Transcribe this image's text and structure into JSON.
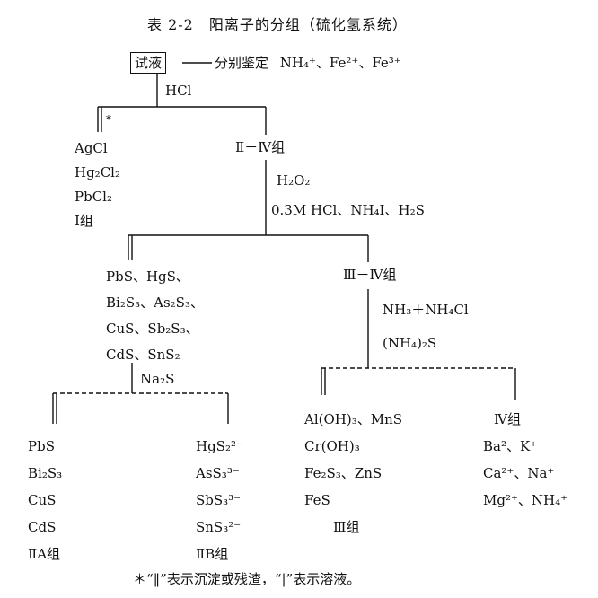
{
  "title": "表 2-2　阳离子的分组（硫化氢系统）",
  "start": {
    "label": "试液",
    "note": "分别鉴定",
    "note_ions": "NH₄⁺、Fe²⁺、Fe³⁺"
  },
  "step1": {
    "reagent": "HCl",
    "star": "*"
  },
  "group1": {
    "items": [
      "AgCl",
      "Hg₂Cl₂",
      "PbCl₂"
    ],
    "label": "Ⅰ组"
  },
  "group2to4": {
    "label": "Ⅱ－Ⅳ组"
  },
  "step2": {
    "reagents": [
      "H₂O₂",
      "0.3M HCl、NH₄I、H₂S"
    ]
  },
  "group2": {
    "items": [
      "PbS、HgS、",
      "Bi₂S₃、As₂S₃、",
      "CuS、Sb₂S₃、",
      "CdS、SnS₂"
    ]
  },
  "group3to4": {
    "label": "Ⅲ－Ⅳ组"
  },
  "step3": {
    "reagents": [
      "NH₃＋NH₄Cl",
      "(NH₄)₂S"
    ]
  },
  "step4": {
    "reagent": "Na₂S"
  },
  "group2A": {
    "items": [
      "PbS",
      "Bi₂S₃",
      "CuS",
      "CdS"
    ],
    "label": "ⅡA组"
  },
  "group2B": {
    "items": [
      "HgS₂²⁻",
      "AsS₃³⁻",
      "SbS₃³⁻",
      "SnS₃²⁻"
    ],
    "label": "ⅡB组"
  },
  "group3": {
    "items": [
      "Al(OH)₃、MnS",
      "Cr(OH)₃",
      "Fe₂S₃、ZnS",
      "FeS"
    ],
    "label": "Ⅲ组"
  },
  "group4": {
    "label": "Ⅳ组",
    "items": [
      "Ba²、K⁺",
      "Ca²⁺、Na⁺",
      "Mg²⁺、NH₄⁺"
    ]
  },
  "footnote": "＊“‖”表示沉淀或残渣，“|”表示溶液。"
}
